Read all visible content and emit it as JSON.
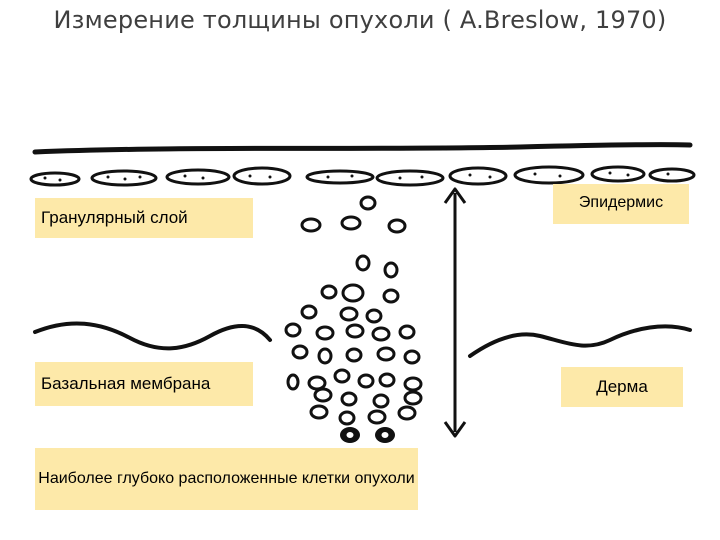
{
  "title": "Измерение толщины опухоли ( A.Breslow, 1970)",
  "labels": {
    "granular_layer": "Гранулярный слой",
    "basal_membrane": "Базальная мембрана",
    "epidermis": "Эпидермис",
    "dermis": "Дерма",
    "deepest_cells": "Наиболее глубоко расположенные клетки опухоли"
  },
  "colors": {
    "label_background": "#fde9a9",
    "ink": "#111111",
    "title_text": "#3f3f3f"
  },
  "icons": {
    "measurement_arrow": "double-headed-vertical-arrow"
  }
}
